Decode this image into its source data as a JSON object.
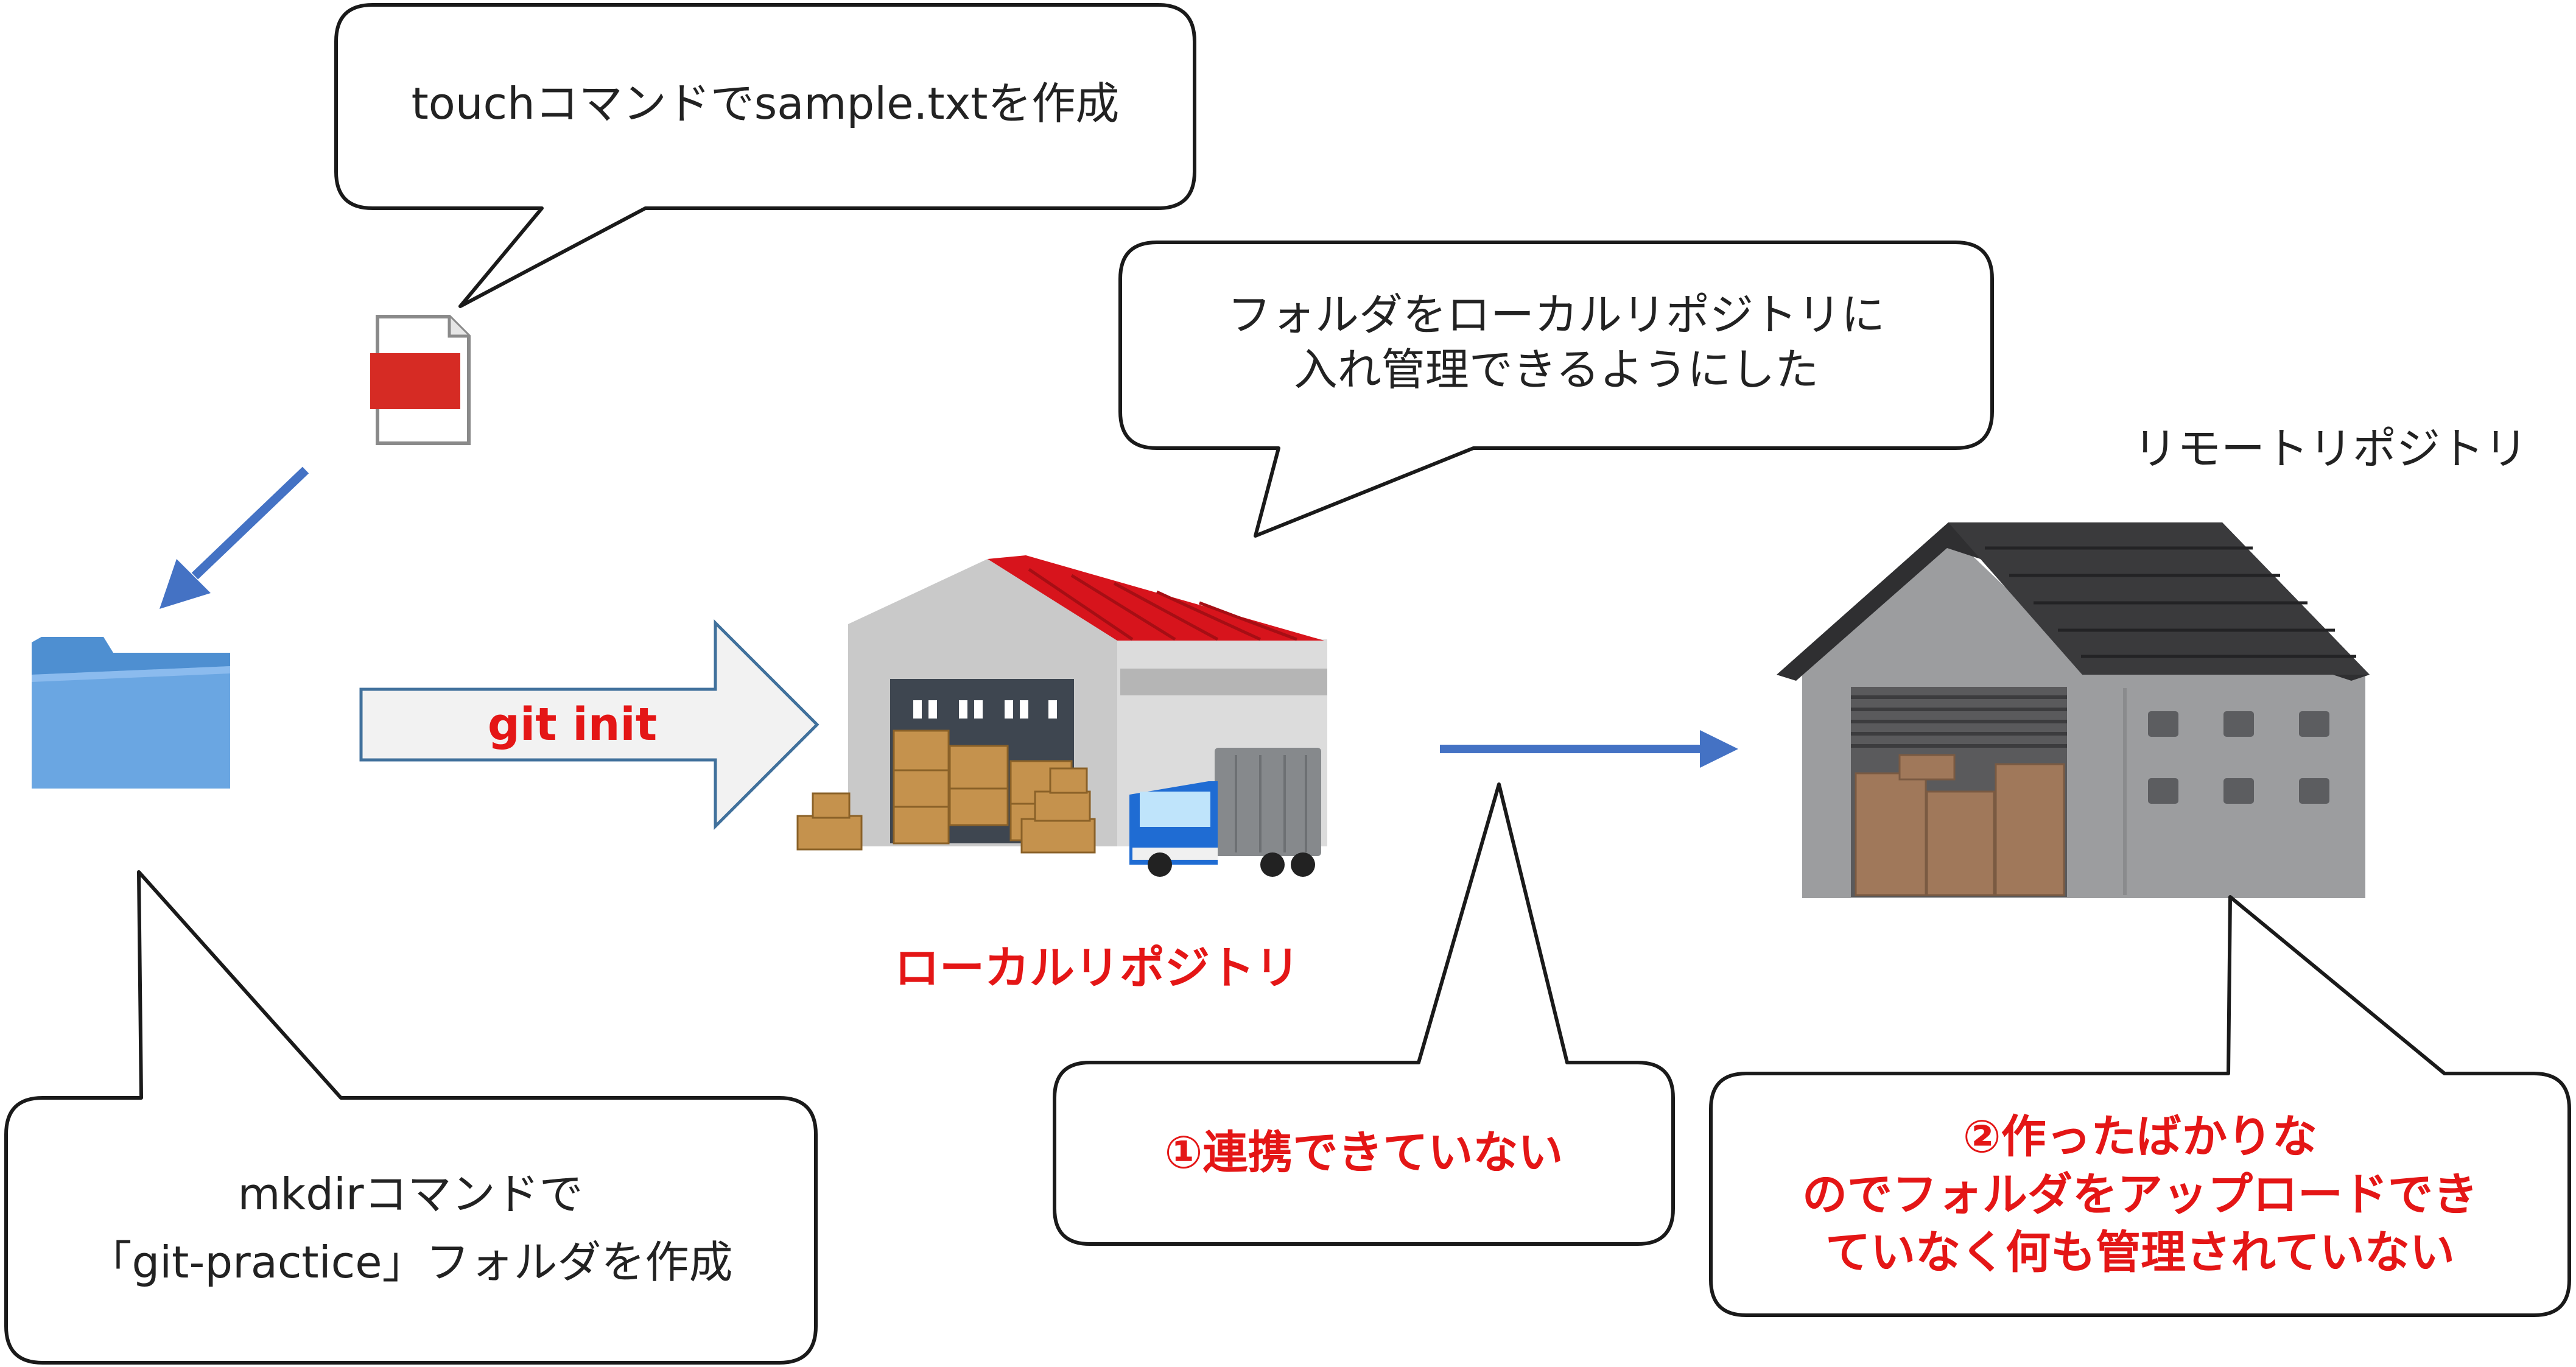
{
  "bubbles": {
    "touch": "touchコマンドでsample.txtを作成",
    "init_line1": "フォルダをローカルリポジトリに",
    "init_line2": "入れ管理できるようにした",
    "mkdir_line1": "mkdirコマンドで",
    "mkdir_line2": "「git-practice」フォルダを作成",
    "not_linked": "①連携できていない",
    "remote_line1": "②作ったばかりな",
    "remote_line2": "のでフォルダをアップロードでき",
    "remote_line3": "ていなく何も管理されていない"
  },
  "labels": {
    "git_init": "git init",
    "local_repo": "ローカルリポジトリ",
    "remote_repo": "リモートリポジトリ"
  },
  "icons": [
    "file-icon",
    "folder-icon",
    "local-warehouse-icon",
    "remote-warehouse-icon",
    "truck-icon"
  ],
  "colors": {
    "accent_red": "#e41616",
    "arrow_blue": "#4472c4",
    "folder_blue": "#6aa6e2",
    "roof_red": "#d7141c",
    "roof_dark": "#3b3b3b"
  }
}
